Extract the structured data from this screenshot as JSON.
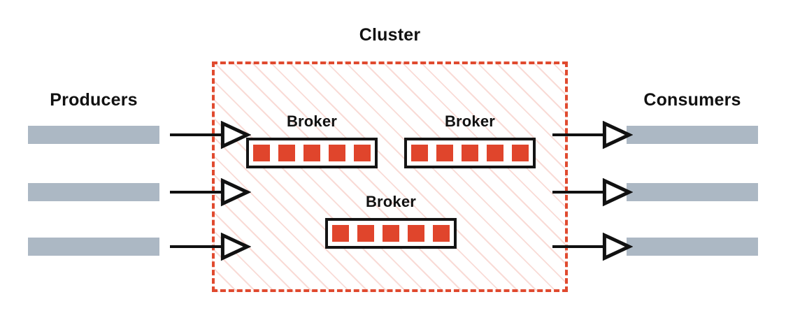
{
  "diagram": {
    "title_cluster": "Cluster",
    "producers_label": "Producers",
    "consumers_label": "Consumers",
    "broker_label": "Broker",
    "colors": {
      "partition_red": "#e0452c",
      "cluster_border": "#e04a2f",
      "cluster_hatch": "#f9dbd6",
      "endpoint_gray": "#acb8c4",
      "broker_border": "#141414",
      "arrow": "#111111",
      "background": "#ffffff",
      "text": "#111111"
    },
    "producers": [
      {
        "name": "producer-bar-1"
      },
      {
        "name": "producer-bar-2"
      },
      {
        "name": "producer-bar-3"
      }
    ],
    "consumers": [
      {
        "name": "consumer-bar-1"
      },
      {
        "name": "consumer-bar-2"
      },
      {
        "name": "consumer-bar-3"
      }
    ],
    "brokers": [
      {
        "label": "Broker",
        "partitions": 5,
        "position": "top-left"
      },
      {
        "label": "Broker",
        "partitions": 5,
        "position": "top-right"
      },
      {
        "label": "Broker",
        "partitions": 5,
        "position": "bottom-center"
      }
    ],
    "arrows": {
      "inbound_count": 3,
      "outbound_count": 3,
      "head_style": "open-triangle"
    }
  }
}
